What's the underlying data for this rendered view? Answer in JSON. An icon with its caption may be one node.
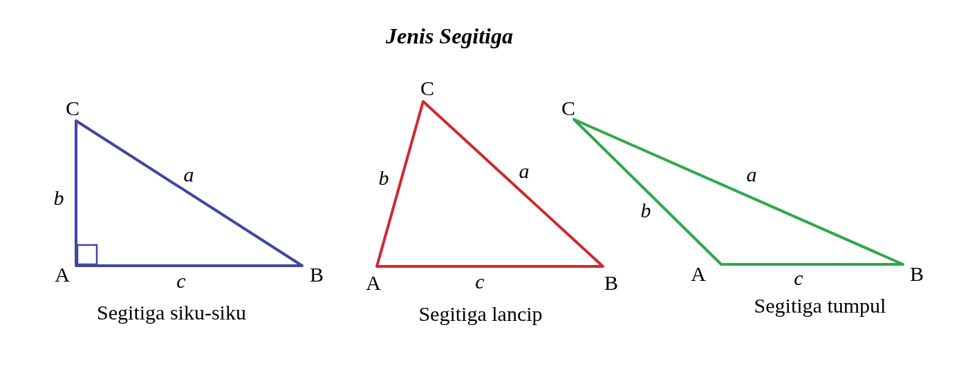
{
  "diagram": {
    "title": "Jenis Segitiga",
    "nodes": [
      {
        "text": [
          "Segitiga siku-siku"
        ]
      },
      {
        "text": [
          "Segitiga lancip"
        ]
      },
      {
        "text": [
          "Segitiga tumpul"
        ]
      }
    ],
    "labels": [
      "C",
      "b",
      "a",
      "A",
      "c",
      "B",
      "C",
      "b",
      "a",
      "A",
      "c",
      "B",
      "C",
      "b",
      "a",
      "A",
      "c",
      "B"
    ]
  }
}
